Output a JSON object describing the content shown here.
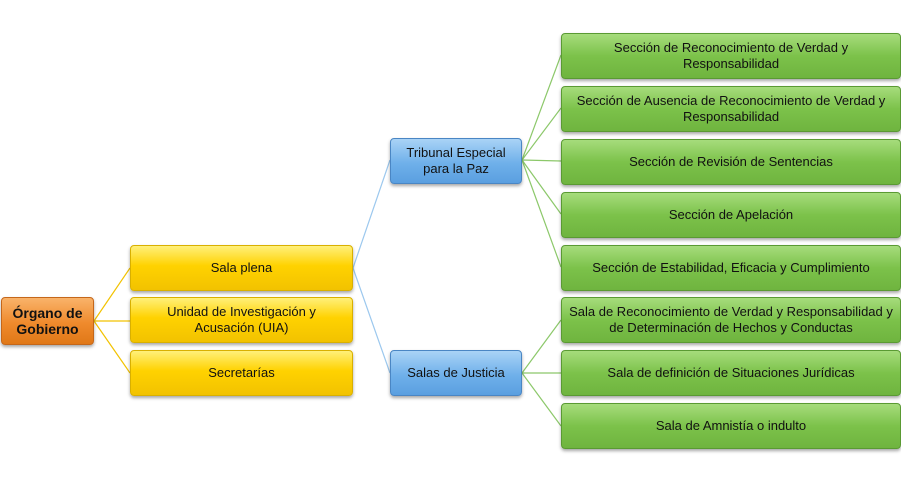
{
  "root": {
    "label": "Órgano de Gobierno"
  },
  "level1": [
    {
      "label": "Sala plena"
    },
    {
      "label": "Unidad de Investigación y Acusación (UIA)"
    },
    {
      "label": "Secretarías"
    }
  ],
  "level2": [
    {
      "label": "Tribunal Especial para la Paz"
    },
    {
      "label": "Salas de Justicia"
    }
  ],
  "tribunal_sections": [
    {
      "label": "Sección de Reconocimiento de Verdad y Responsabilidad"
    },
    {
      "label": "Sección de Ausencia de Reconocimiento de Verdad y Responsabilidad"
    },
    {
      "label": "Sección de Revisión de Sentencias"
    },
    {
      "label": "Sección de Apelación"
    },
    {
      "label": "Sección de Estabilidad, Eficacia y Cumplimiento"
    }
  ],
  "salas": [
    {
      "label": "Sala de Reconocimiento de Verdad y Responsabilidad y de Determinación de Hechos y Conductas"
    },
    {
      "label": "Sala de definición de Situaciones Jurídicas"
    },
    {
      "label": "Sala de Amnistía o indulto"
    }
  ],
  "colors": {
    "root": "#ef8a2c",
    "level1": "#ffd200",
    "level2": "#6fb0ea",
    "level3": "#7cc24a",
    "link_level1": "#f2c200",
    "link_level2": "#9cc8ee",
    "link_level3": "#8cc86a"
  }
}
